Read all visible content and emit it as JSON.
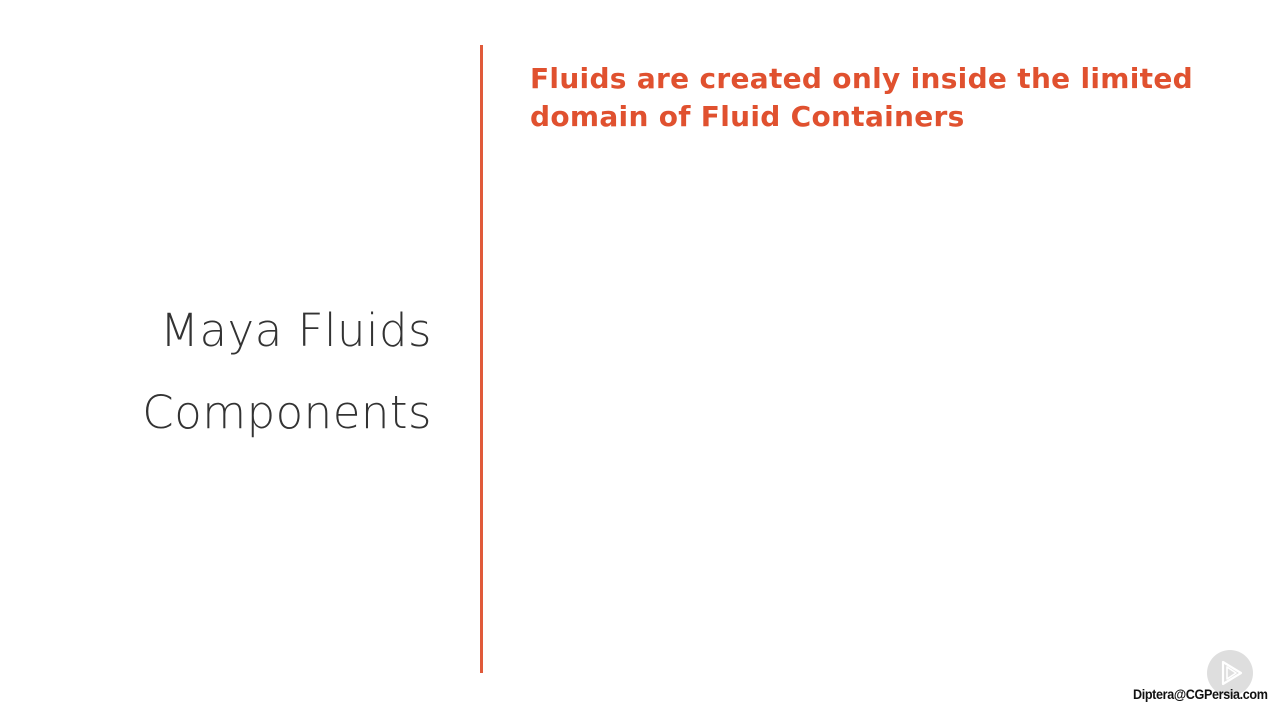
{
  "slide": {
    "section_title_line1": "Maya Fluids",
    "section_title_line2": "Components",
    "heading": "Fluids are created only inside the limited domain of Fluid Containers",
    "watermark": "Diptera@CGPersia.com",
    "badge_icon": "play-logo-icon"
  },
  "colors": {
    "accent": "#e0512f",
    "title_text": "#333333",
    "background": "#ffffff"
  }
}
